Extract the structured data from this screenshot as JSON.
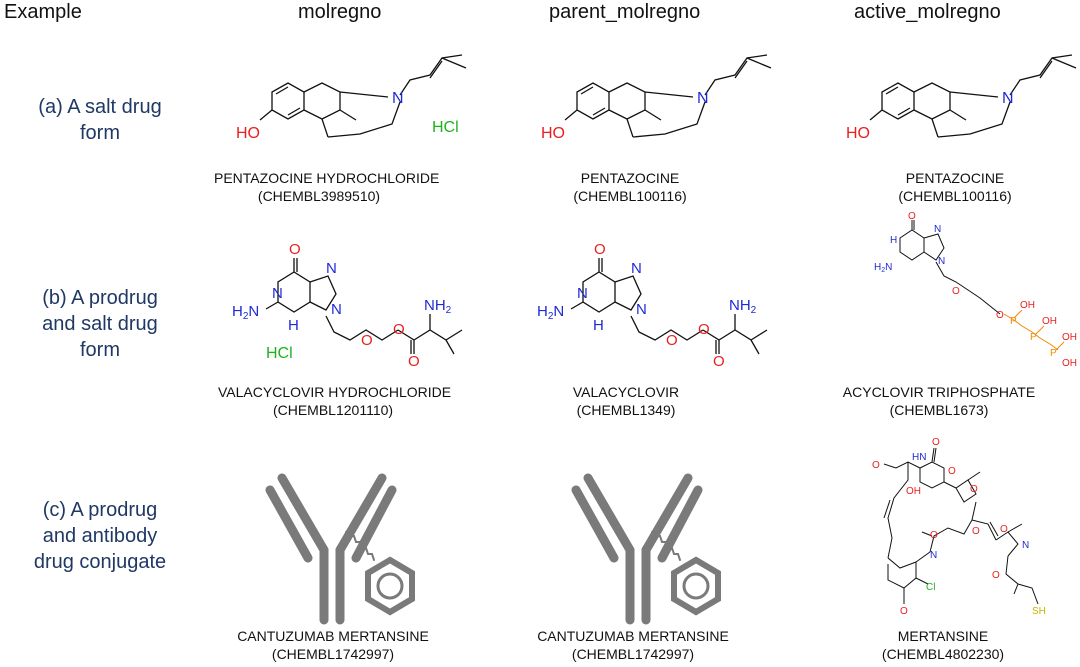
{
  "headers": {
    "example": "Example",
    "molregno": "molregno",
    "parent": "parent_molregno",
    "active": "active_molregno"
  },
  "rows": [
    {
      "label": "(a) A salt drug\nform",
      "cells": [
        {
          "name": "PENTAZOCINE HYDROCHLORIDE",
          "id": "(CHEMBL3989510)",
          "salt": "HCl"
        },
        {
          "name": "PENTAZOCINE",
          "id": "(CHEMBL100116)"
        },
        {
          "name": "PENTAZOCINE",
          "id": "(CHEMBL100116)"
        }
      ]
    },
    {
      "label": "(b) A prodrug\nand salt drug\nform",
      "cells": [
        {
          "name": "VALACYCLOVIR HYDROCHLORIDE",
          "id": "(CHEMBL1201110)",
          "salt": "HCl"
        },
        {
          "name": "VALACYCLOVIR",
          "id": "(CHEMBL1349)"
        },
        {
          "name": "ACYCLOVIR TRIPHOSPHATE",
          "id": "(CHEMBL1673)"
        }
      ]
    },
    {
      "label": "(c) A prodrug\nand antibody\ndrug conjugate",
      "cells": [
        {
          "name": "CANTUZUMAB MERTANSINE",
          "id": "(CHEMBL1742997)"
        },
        {
          "name": "CANTUZUMAB MERTANSINE",
          "id": "(CHEMBL1742997)"
        },
        {
          "name": "MERTANSINE",
          "id": "(CHEMBL4802230)"
        }
      ]
    }
  ],
  "atoms": {
    "ho": "HO",
    "n": "N",
    "o": "O",
    "nh2_n": "NH",
    "nh2_sub": "2",
    "h2n_h": "H",
    "h2n_sub": "2",
    "h2n_n": "N",
    "h": "H",
    "oh": "OH",
    "p": "P",
    "cl": "Cl",
    "sh": "SH",
    "nh": "NH",
    "hn": "HN"
  },
  "colors": {
    "label": "#1f3864",
    "oxygen": "#e8201f",
    "nitrogen": "#1f2ad6",
    "salt": "#1db31d",
    "phosphorus": "#f08a00",
    "sulfur": "#c9b400",
    "antibody": "#7a7a7a"
  }
}
